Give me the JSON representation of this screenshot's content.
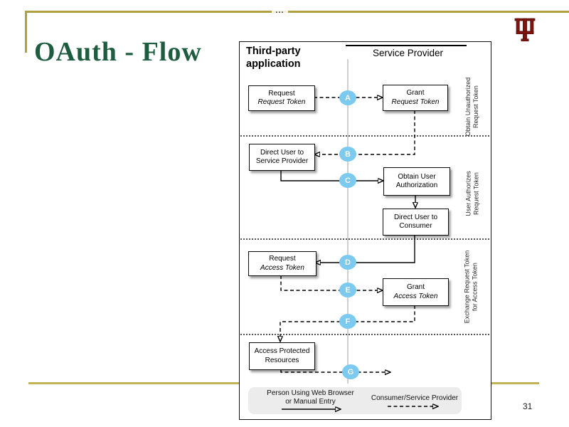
{
  "slide": {
    "title": "OAuth - Flow",
    "page_number": "31",
    "header_dots": "..."
  },
  "colors": {
    "title_green": "#1D5C3E",
    "gold_rule": "#B2A03F",
    "iu_crimson": "#7D150E",
    "step_circle_blue": "#7CCAEF",
    "legend_background": "#ECECEC"
  },
  "diagram": {
    "left_lane_header": {
      "line1": "Third-party",
      "line2": "application"
    },
    "right_lane_header": "Service Provider",
    "boxes": [
      {
        "line1": "Request",
        "line2": "Request Token"
      },
      {
        "line1": "Grant",
        "line2": "Request Token"
      },
      {
        "line1": "Direct User to",
        "line2": "Service Provider"
      },
      {
        "line1": "Obtain User",
        "line2": "Authorization"
      },
      {
        "line1": "Direct User to",
        "line2": "Consumer"
      },
      {
        "line1": "Request",
        "line2": "Access Token"
      },
      {
        "line1": "Grant",
        "line2": "Access Token"
      },
      {
        "line1": "Access Protected",
        "line2": "Resources"
      }
    ],
    "steps": [
      "A",
      "B",
      "C",
      "D",
      "E",
      "F",
      "G"
    ],
    "side_labels": [
      {
        "line1": "Obtain Unauthorized",
        "line2": "Request Token"
      },
      {
        "line1": "User Authorizes",
        "line2": "Request Token"
      },
      {
        "line1": "Exchange Request Token",
        "line2": "for Access Token"
      }
    ],
    "legend": {
      "solid": {
        "line1": "Person Using Web Browser",
        "line2": "or Manual Entry"
      },
      "dashed": {
        "label": "Consumer/Service Provider"
      }
    }
  }
}
